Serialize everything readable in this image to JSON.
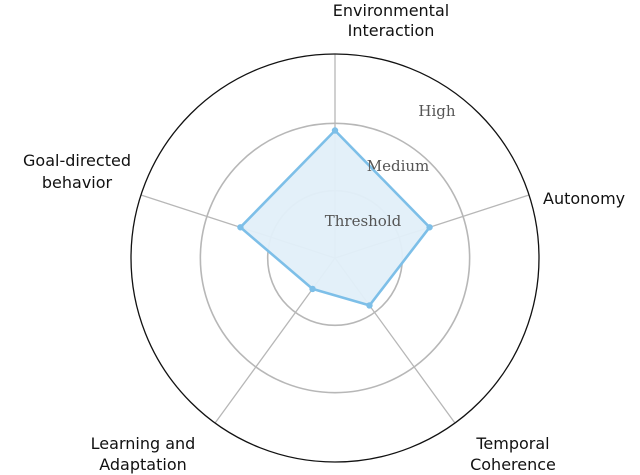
{
  "chart_data": {
    "type": "radar",
    "title": "",
    "axes": [
      {
        "label_lines": [
          "Environmental",
          "Interaction"
        ]
      },
      {
        "label_lines": [
          "Autonomy"
        ]
      },
      {
        "label_lines": [
          "Temporal",
          "Coherence"
        ]
      },
      {
        "label_lines": [
          "Learning and",
          "Adaptation"
        ]
      },
      {
        "label_lines": [
          "Goal-directed",
          "behavior"
        ]
      }
    ],
    "rings": [
      "Threshold",
      "Medium",
      "High"
    ],
    "scale": {
      "min": 0,
      "max": 4
    },
    "series": [
      {
        "values": [
          2.5,
          1.95,
          1.15,
          0.75,
          1.95
        ],
        "color": "#7dbfe8",
        "fill": "#e2eff9"
      }
    ],
    "outline_color": "#111111",
    "grid_color": "#b7b7b7"
  }
}
